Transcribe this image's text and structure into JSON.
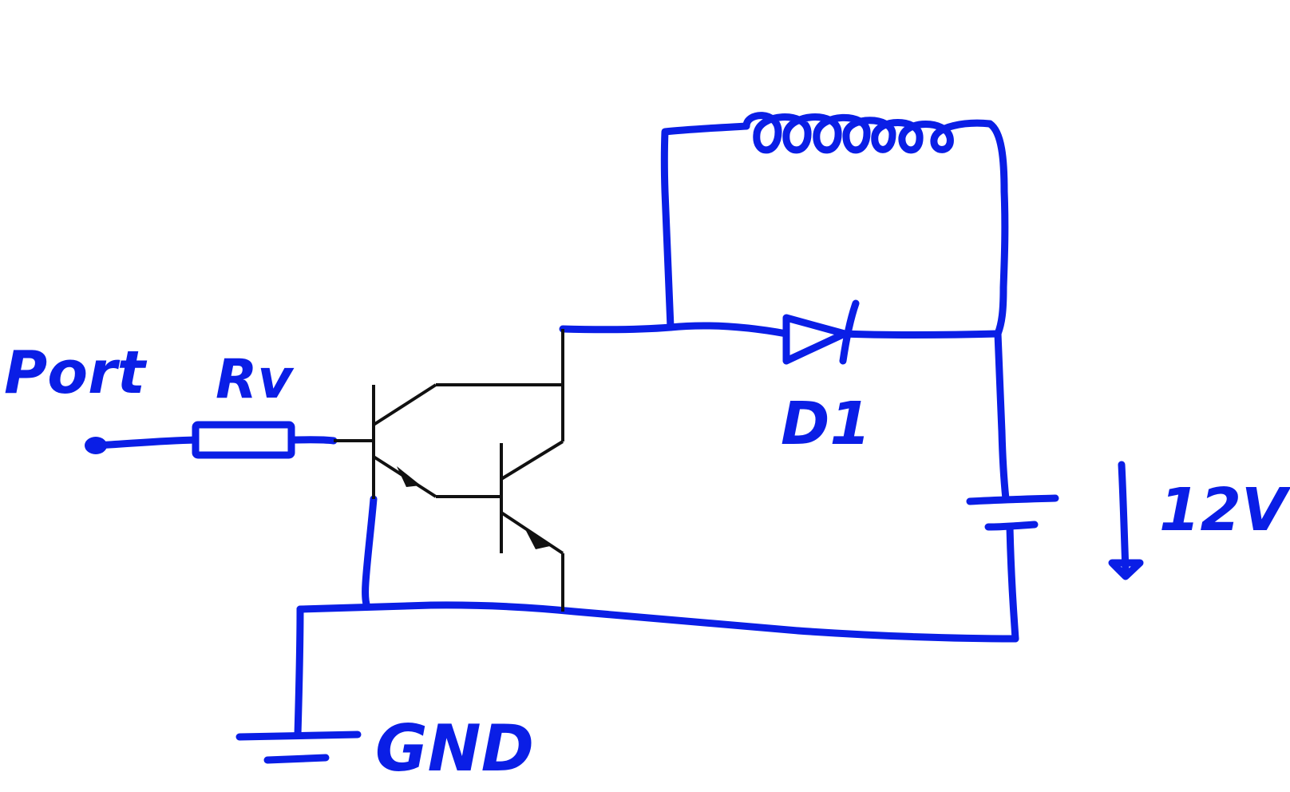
{
  "colors": {
    "ink": "#0a1ee6",
    "transistor": "#111111",
    "background": "#ffffff"
  },
  "labels": {
    "port": "Port",
    "resistor": "Rv",
    "diode": "D1",
    "voltage": "12V",
    "ground": "GND"
  },
  "components": {
    "resistor": "resistor-icon",
    "relay_coil": "coil-icon",
    "diode": "diode-icon",
    "battery": "battery-icon",
    "ground": "ground-icon",
    "darlington": "npn-transistor-icon"
  }
}
